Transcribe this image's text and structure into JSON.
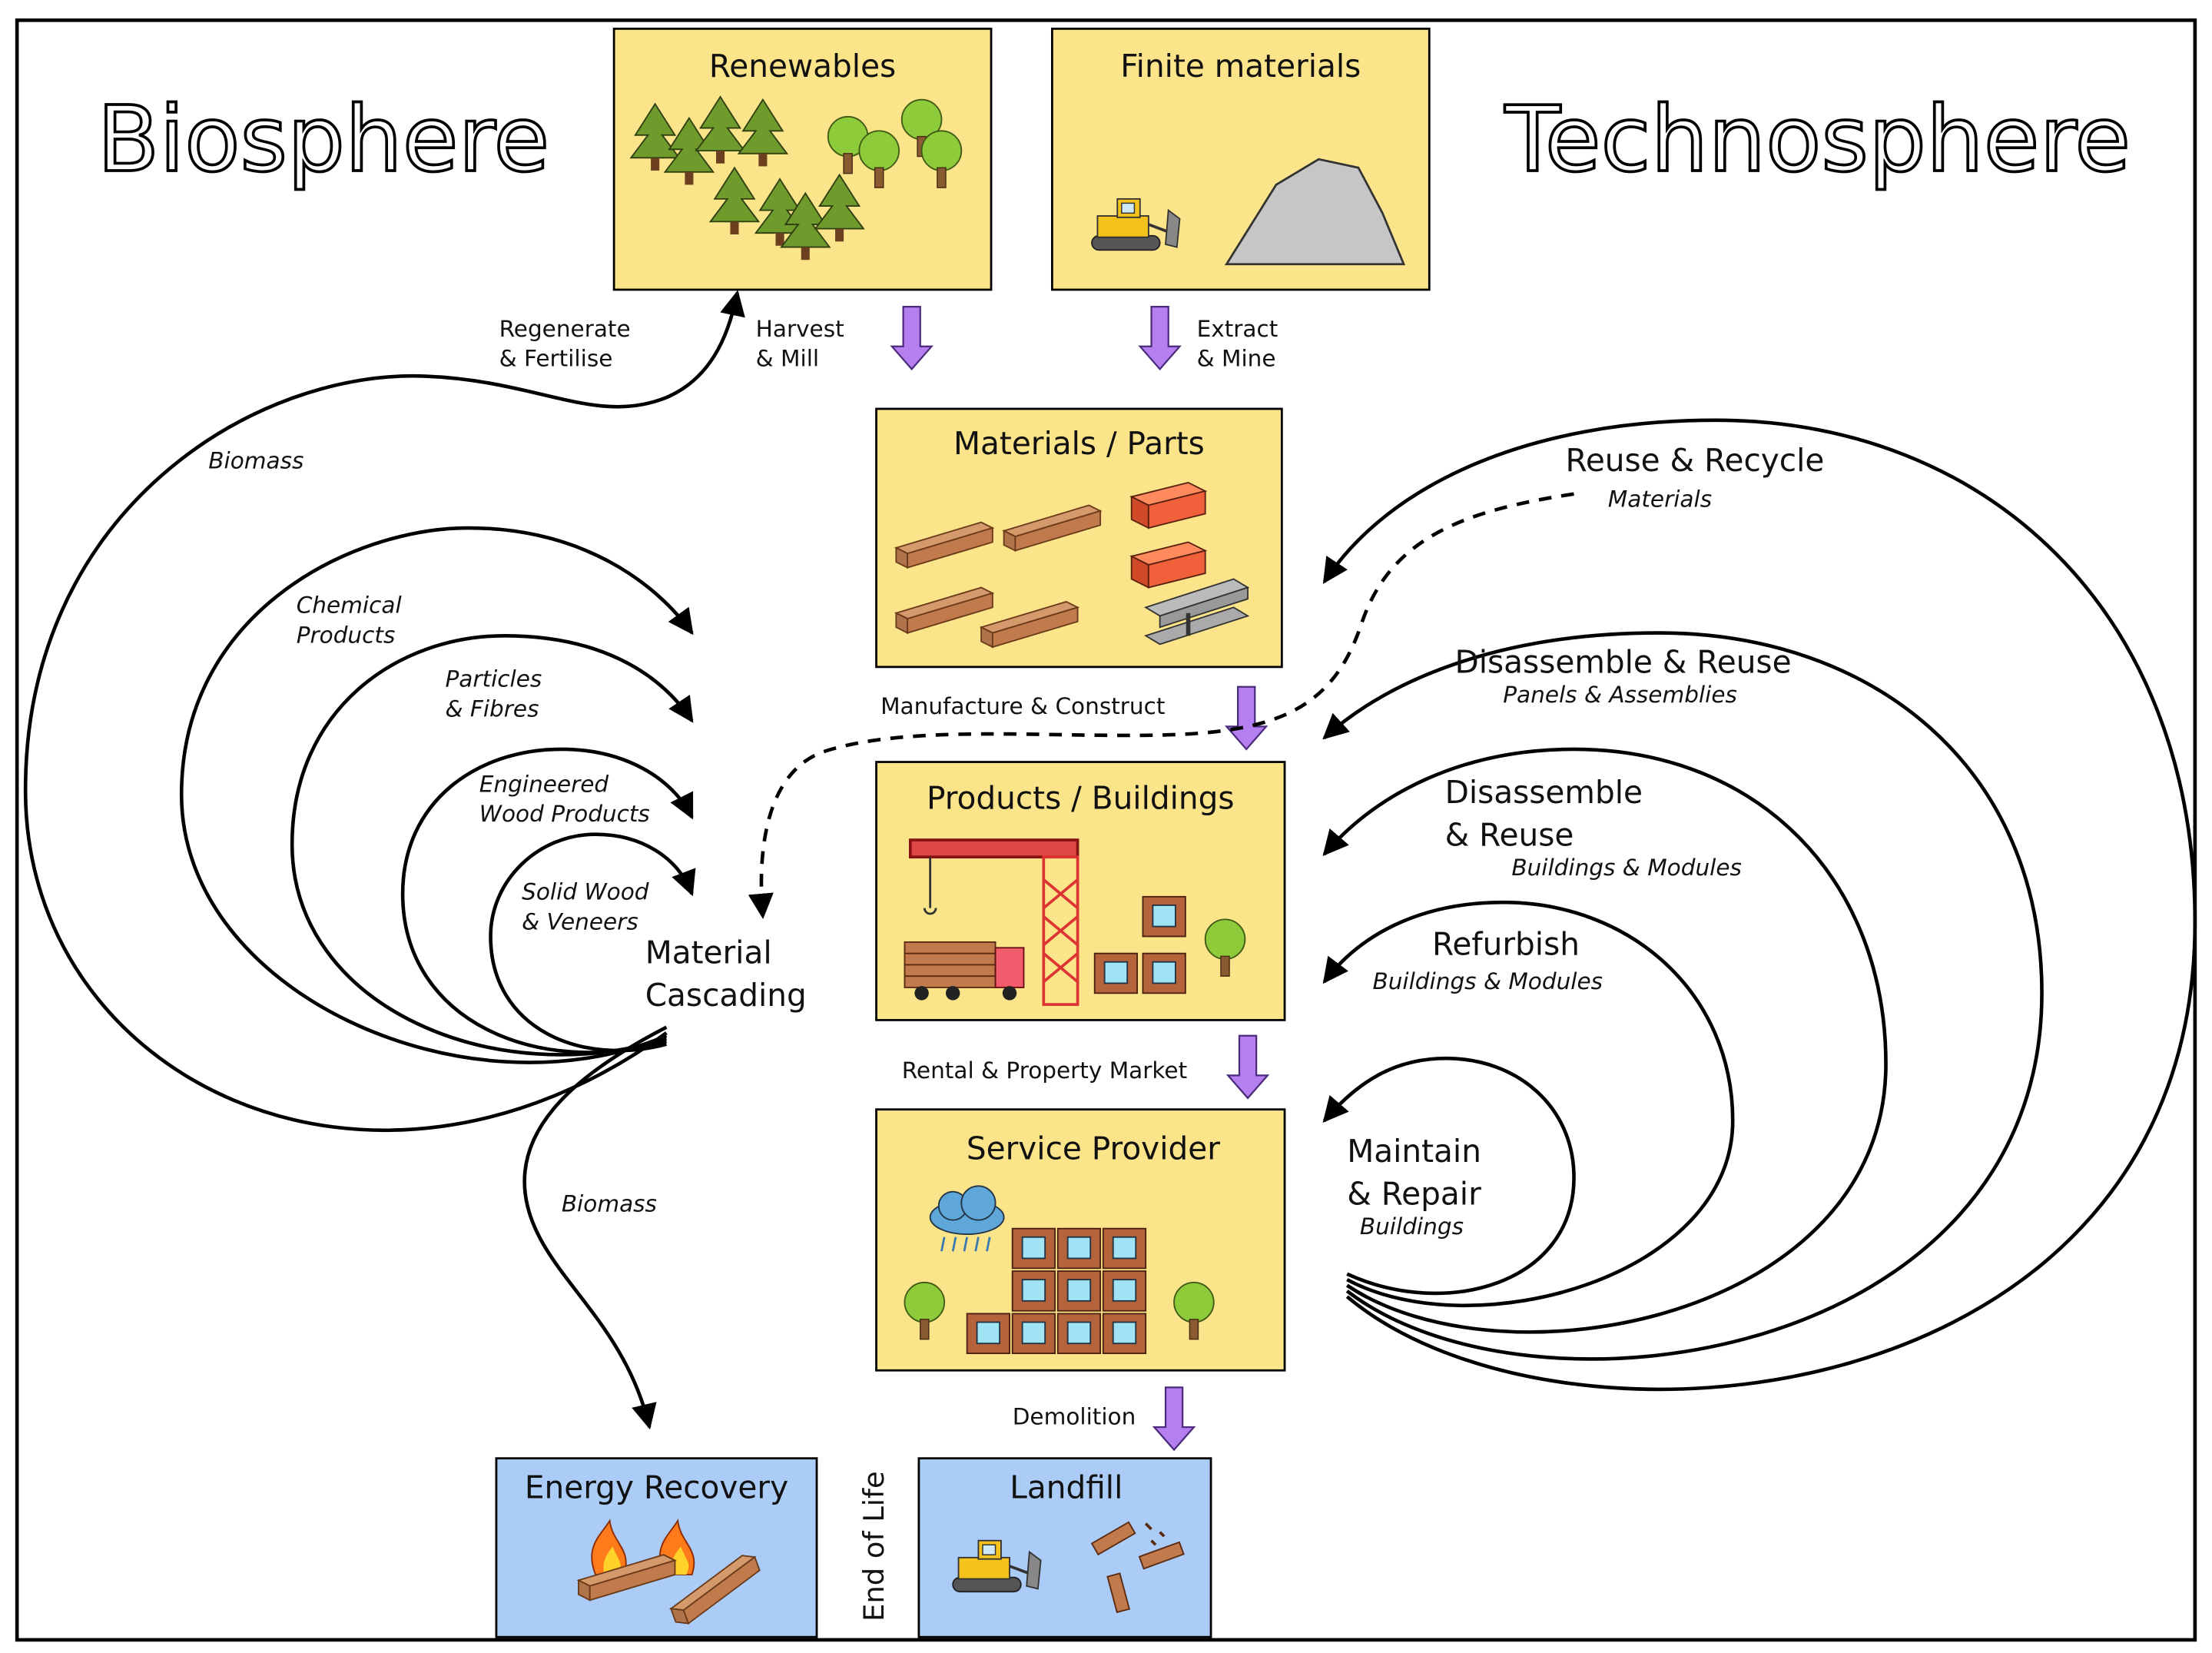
{
  "title_left": "Biosphere",
  "title_right": "Technosphere",
  "boxes": {
    "renewables": "Renewables",
    "finite": "Finite materials",
    "materials": "Materials / Parts",
    "products": "Products / Buildings",
    "service": "Service Provider",
    "energy": "Energy Recovery",
    "landfill": "Landfill"
  },
  "flows": {
    "regenerate": [
      "Regenerate",
      "& Fertilise"
    ],
    "harvest": [
      "Harvest",
      "& Mill"
    ],
    "extract": [
      "Extract",
      "& Mine"
    ],
    "manufacture": "Manufacture & Construct",
    "rental": "Rental & Property Market",
    "demolition": "Demolition",
    "end_of_life": "End of Life"
  },
  "cascade": {
    "center": [
      "Material",
      "Cascading"
    ],
    "biomass_top": "Biomass",
    "biomass_bottom": "Biomass",
    "chemical": [
      "Chemical",
      "Products"
    ],
    "particles": [
      "Particles",
      "& Fibres"
    ],
    "engineered": [
      "Engineered",
      "Wood Products"
    ],
    "solid": [
      "Solid Wood",
      "& Veneers"
    ]
  },
  "loops": {
    "reuse_recycle": {
      "title": "Reuse & Recycle",
      "sub": "Materials"
    },
    "disassemble_panels": {
      "title": "Disassemble & Reuse",
      "sub": "Panels & Assemblies"
    },
    "disassemble_buildings": {
      "title": [
        "Disassemble",
        "& Reuse"
      ],
      "sub": "Buildings & Modules"
    },
    "refurbish": {
      "title": "Refurbish",
      "sub": "Buildings & Modules"
    },
    "maintain": {
      "title": [
        "Maintain",
        "& Repair"
      ],
      "sub": "Buildings"
    }
  },
  "colors": {
    "box_yellow": "#fbe48a",
    "box_blue": "#aaccf7",
    "arrow_purple": "#b57ff0",
    "tree_green": "#6f9a2c",
    "brick_red": "#f0603a",
    "wood": "#c07a4c",
    "crane_red": "#d63a3a"
  }
}
